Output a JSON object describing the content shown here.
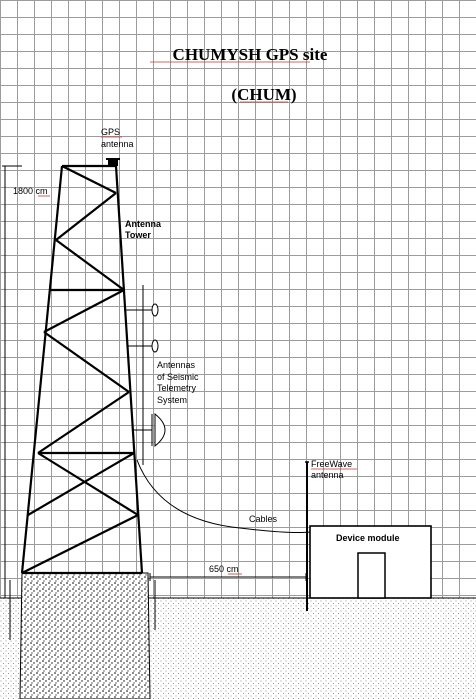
{
  "title": "CHUMYSH GPS site",
  "subtitle": "(CHUM)",
  "labels": {
    "gps_antenna_1": "GPS",
    "gps_antenna_2": "antenna",
    "height": "1800 cm",
    "tower_1": "Antenna",
    "tower_2": "Tower",
    "seismic_1": "Antennas",
    "seismic_2": "of Seismic",
    "seismic_3": "Telemetry",
    "seismic_4": "System",
    "freewave_1": "FreeWave",
    "freewave_2": "antenna",
    "cables": "Cables",
    "device_module": "Device module",
    "distance": "650 cm"
  }
}
